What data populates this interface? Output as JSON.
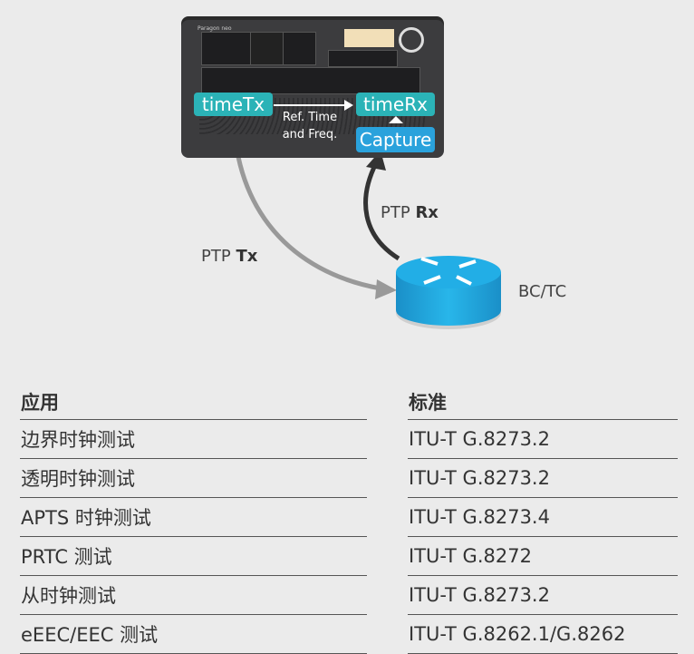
{
  "diagram": {
    "device_brand": "Paragon neo",
    "timeTx": "timeTx",
    "timeRx": "timeRx",
    "capture": "Capture",
    "ref_line1": "Ref. Time",
    "ref_line2": "and Freq.",
    "ptp_tx_prefix": "PTP ",
    "ptp_tx_bold": "Tx",
    "ptp_rx_prefix": "PTP ",
    "ptp_rx_bold": "Rx",
    "router_label": "BC/TC",
    "colors": {
      "teal": "#2bb3b7",
      "blue": "#2aa2dc",
      "router": "#1fa9e0"
    }
  },
  "table": {
    "headers": [
      "应用",
      "标准"
    ],
    "rows": [
      [
        "边界时钟测试",
        "ITU-T G.8273.2"
      ],
      [
        "透明时钟测试",
        "ITU-T G.8273.2"
      ],
      [
        "APTS 时钟测试",
        "ITU-T G.8273.4"
      ],
      [
        "PRTC 测试",
        "ITU-T G.8272"
      ],
      [
        "从时钟测试",
        "ITU-T G.8273.2"
      ],
      [
        "eEEC/EEC 测试",
        "ITU-T G.8262.1/G.8262"
      ]
    ]
  }
}
